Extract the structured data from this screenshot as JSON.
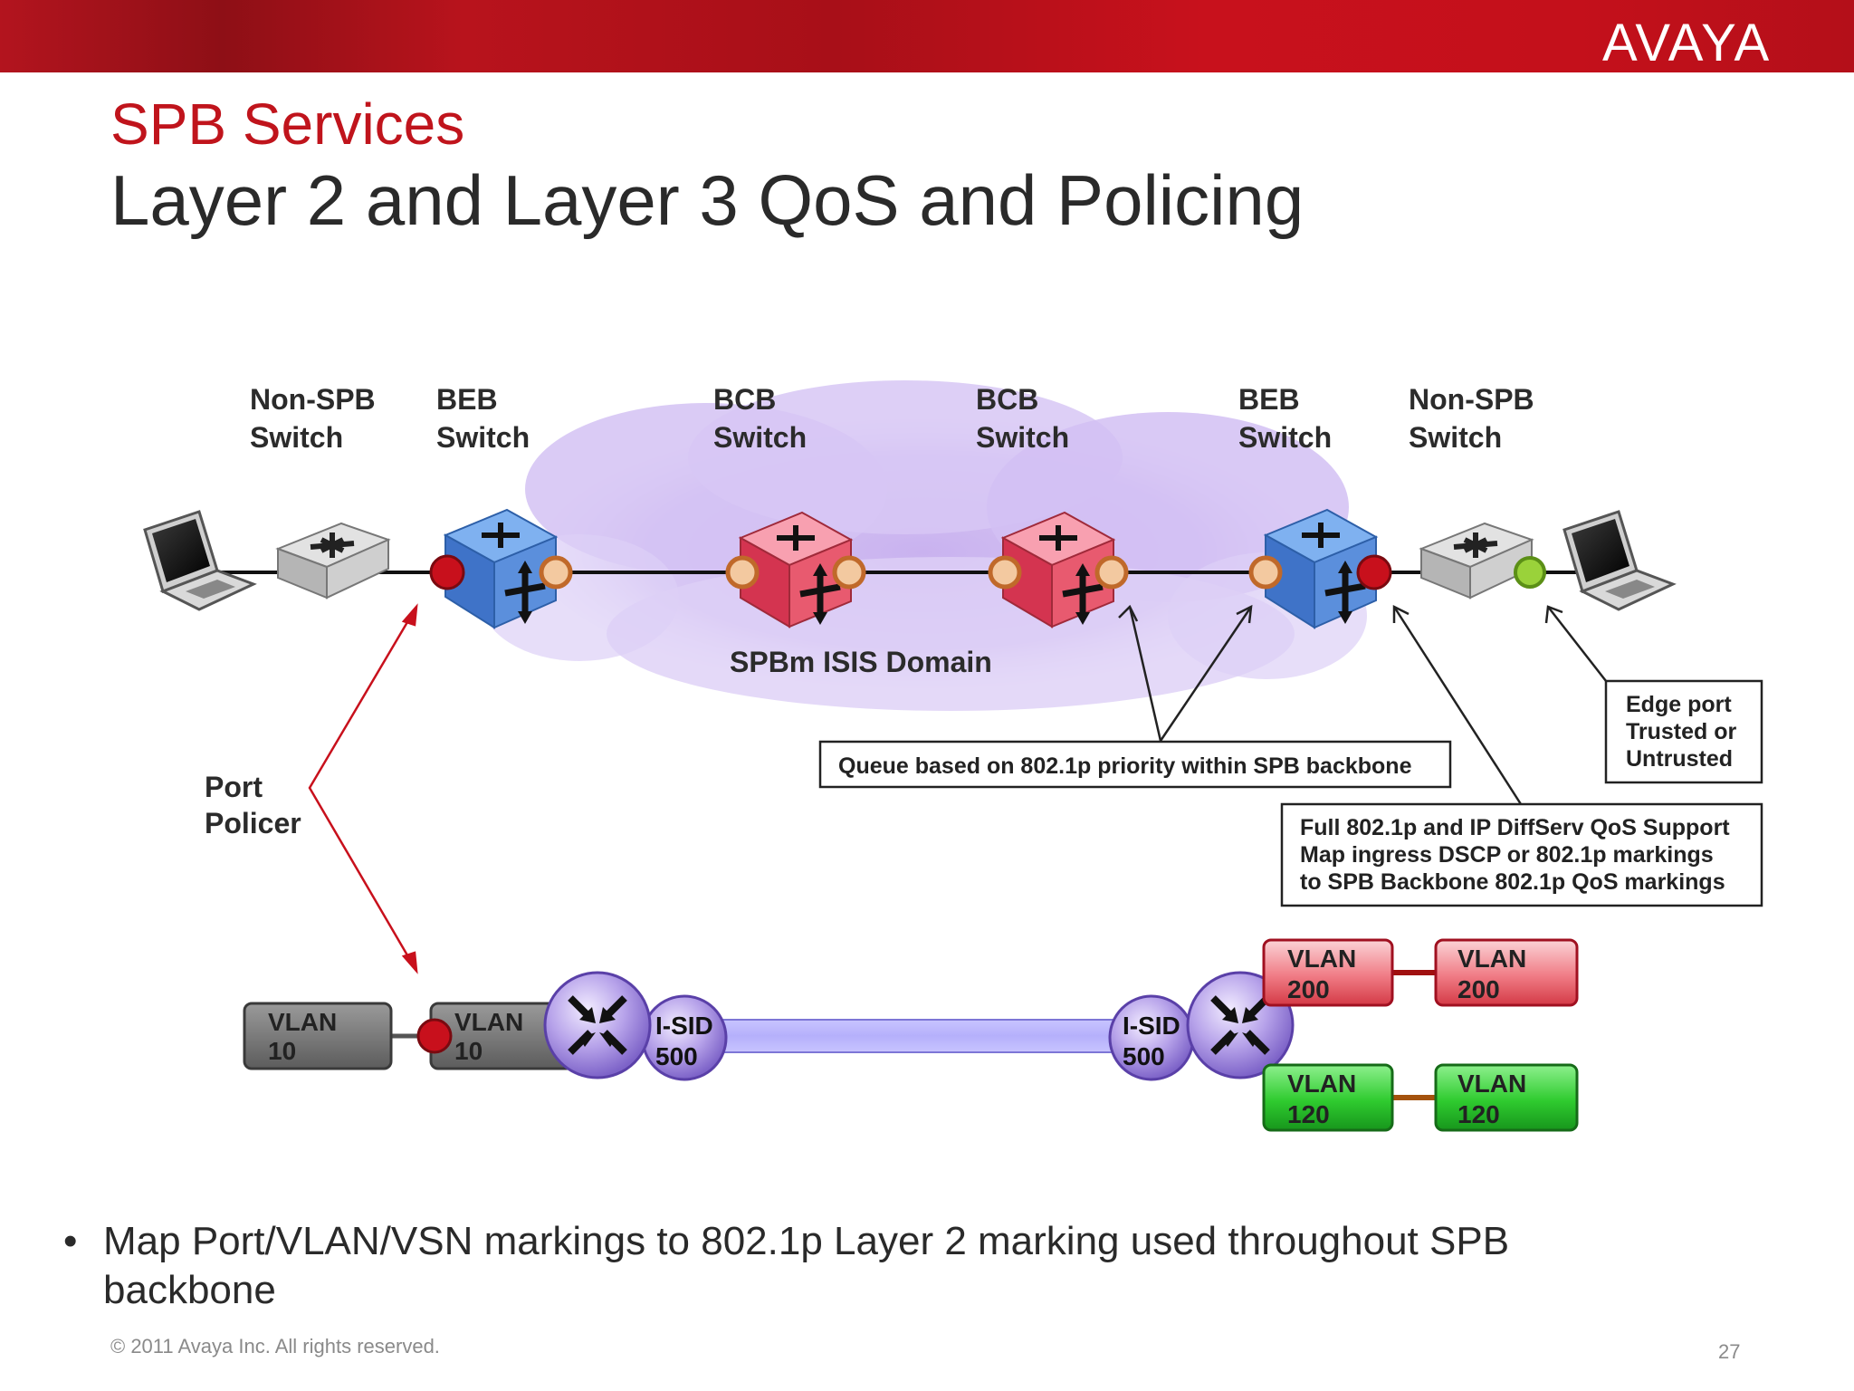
{
  "header": {
    "brand": "AVAYA",
    "title": "SPB Services",
    "subtitle": "Layer 2 and Layer 3 QoS and Policing"
  },
  "nodes": [
    {
      "line1": "Non-SPB",
      "line2": "Switch"
    },
    {
      "line1": "BEB",
      "line2": "Switch"
    },
    {
      "line1": "BCB",
      "line2": "Switch"
    },
    {
      "line1": "BCB",
      "line2": "Switch"
    },
    {
      "line1": "BEB",
      "line2": "Switch"
    },
    {
      "line1": "Non-SPB",
      "line2": "Switch"
    }
  ],
  "domain_label": "SPBm ISIS Domain",
  "port_policer": {
    "line1": "Port",
    "line2": "Policer"
  },
  "callouts": {
    "queue": "Queue based on 802.1p priority within SPB backbone",
    "edge": [
      "Edge port",
      "Trusted or",
      "Untrusted"
    ],
    "full": [
      "Full 802.1p and IP DiffServ QoS Support",
      "Map ingress DSCP or 802.1p markings",
      "to SPB Backbone 802.1p QoS markings"
    ]
  },
  "vlans": {
    "gray1": {
      "line1": "VLAN",
      "line2": "10"
    },
    "gray2": {
      "line1": "VLAN",
      "line2": "10"
    },
    "red1": {
      "line1": "VLAN",
      "line2": "200"
    },
    "red2": {
      "line1": "VLAN",
      "line2": "200"
    },
    "green1": {
      "line1": "VLAN",
      "line2": "120"
    },
    "green2": {
      "line1": "VLAN",
      "line2": "120"
    }
  },
  "isid": {
    "left": {
      "line1": "I-SID",
      "line2": "500"
    },
    "right": {
      "line1": "I-SID",
      "line2": "500"
    }
  },
  "bullet": "Map Port/VLAN/VSN markings to 802.1p Layer 2 marking used throughout SPB backbone",
  "footer": {
    "copyright": "© 2011 Avaya Inc. All rights reserved.",
    "page": "27"
  },
  "colors": {
    "brand_red": "#c0141c",
    "port_red": "#c8101c",
    "port_orange": "#f3c9a0",
    "port_green": "#9ad23a",
    "cloud": "#cdb8ee",
    "beb_blue": "#4f86d8",
    "bcb_red": "#e04a5e"
  }
}
